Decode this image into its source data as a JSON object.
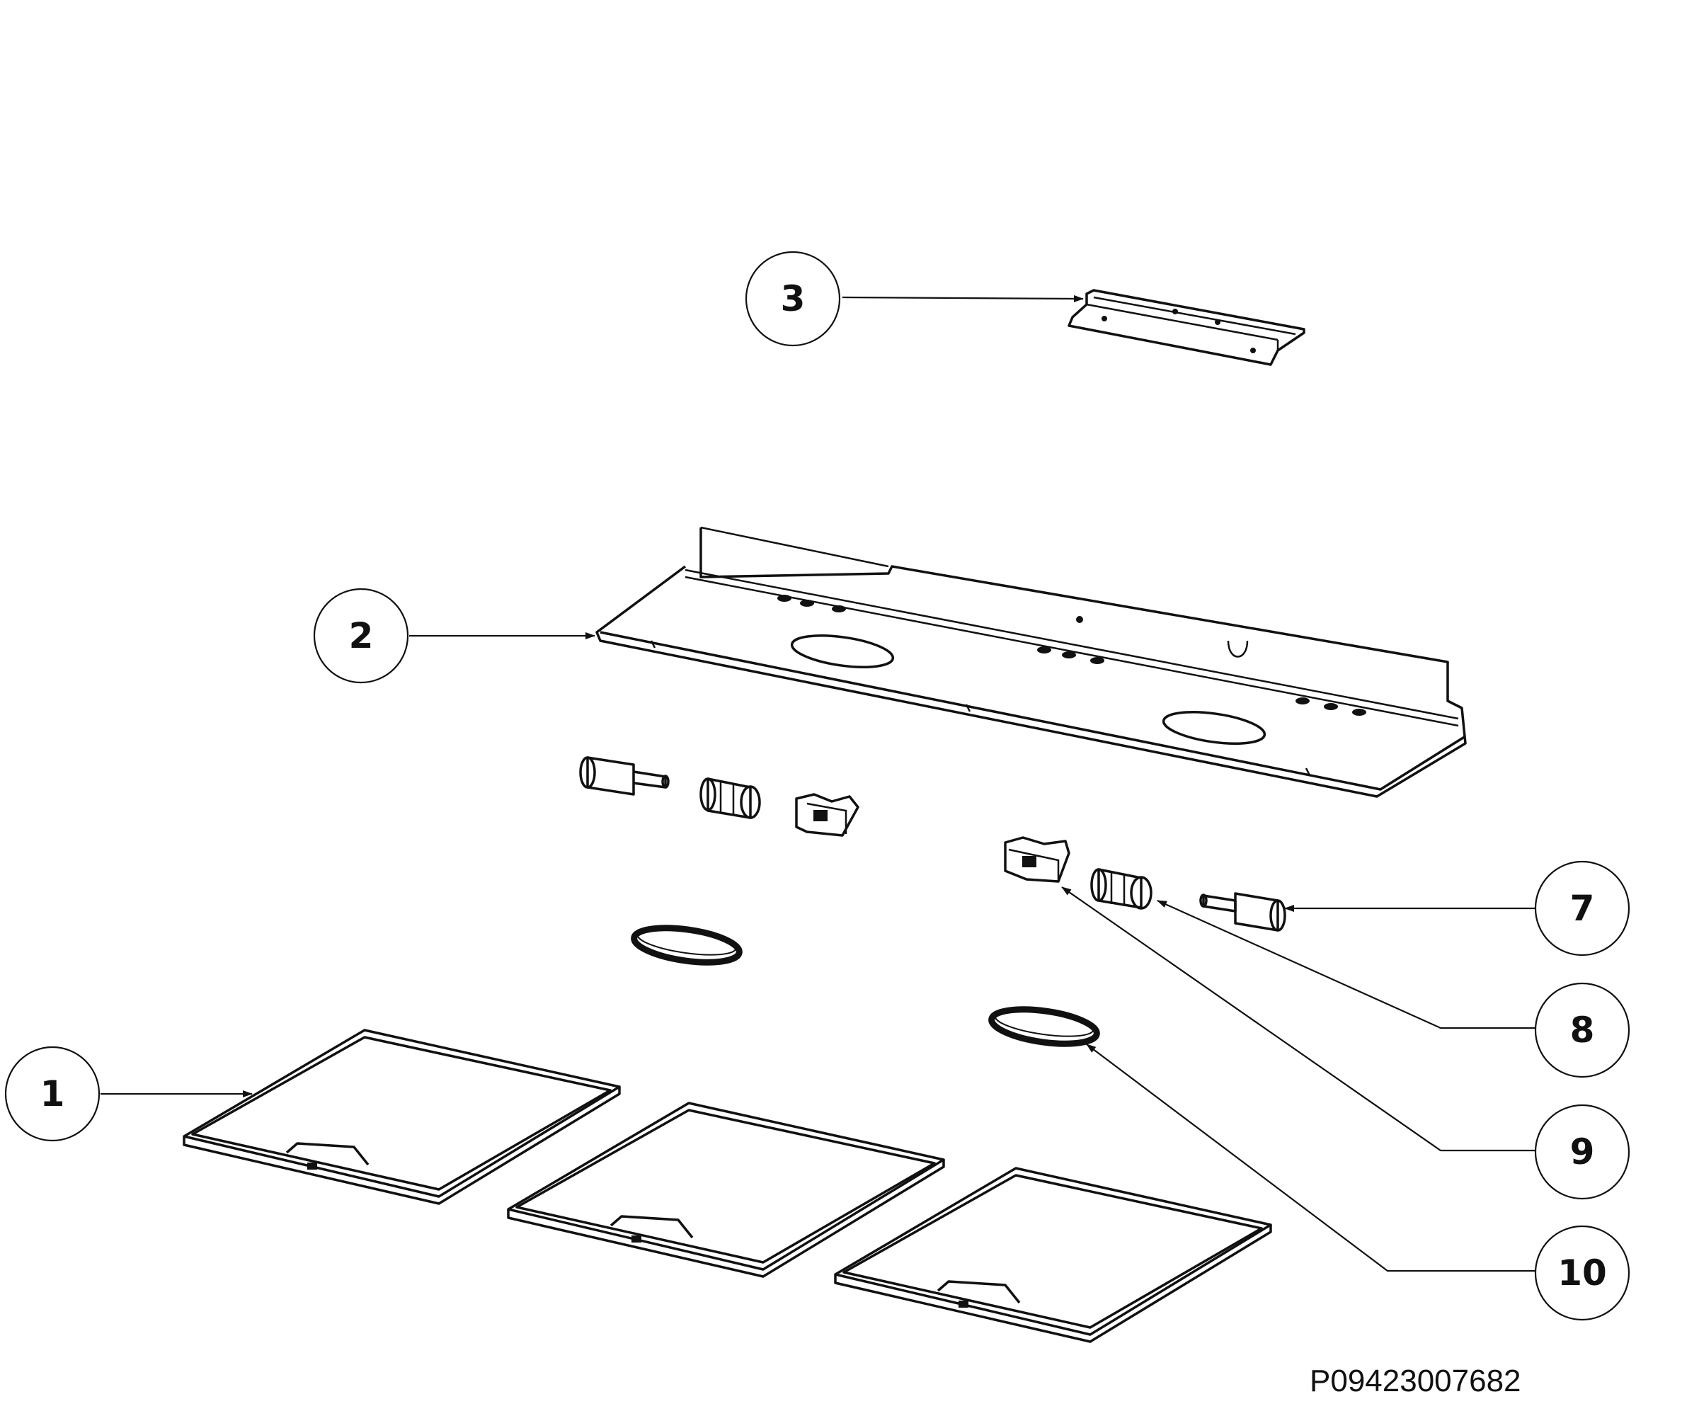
{
  "callouts": [
    {
      "id": "1",
      "label": "1"
    },
    {
      "id": "2",
      "label": "2"
    },
    {
      "id": "3",
      "label": "3"
    },
    {
      "id": "7",
      "label": "7"
    },
    {
      "id": "8",
      "label": "8"
    },
    {
      "id": "9",
      "label": "9"
    },
    {
      "id": "10",
      "label": "10"
    }
  ],
  "drawing_code": "P09423007682"
}
